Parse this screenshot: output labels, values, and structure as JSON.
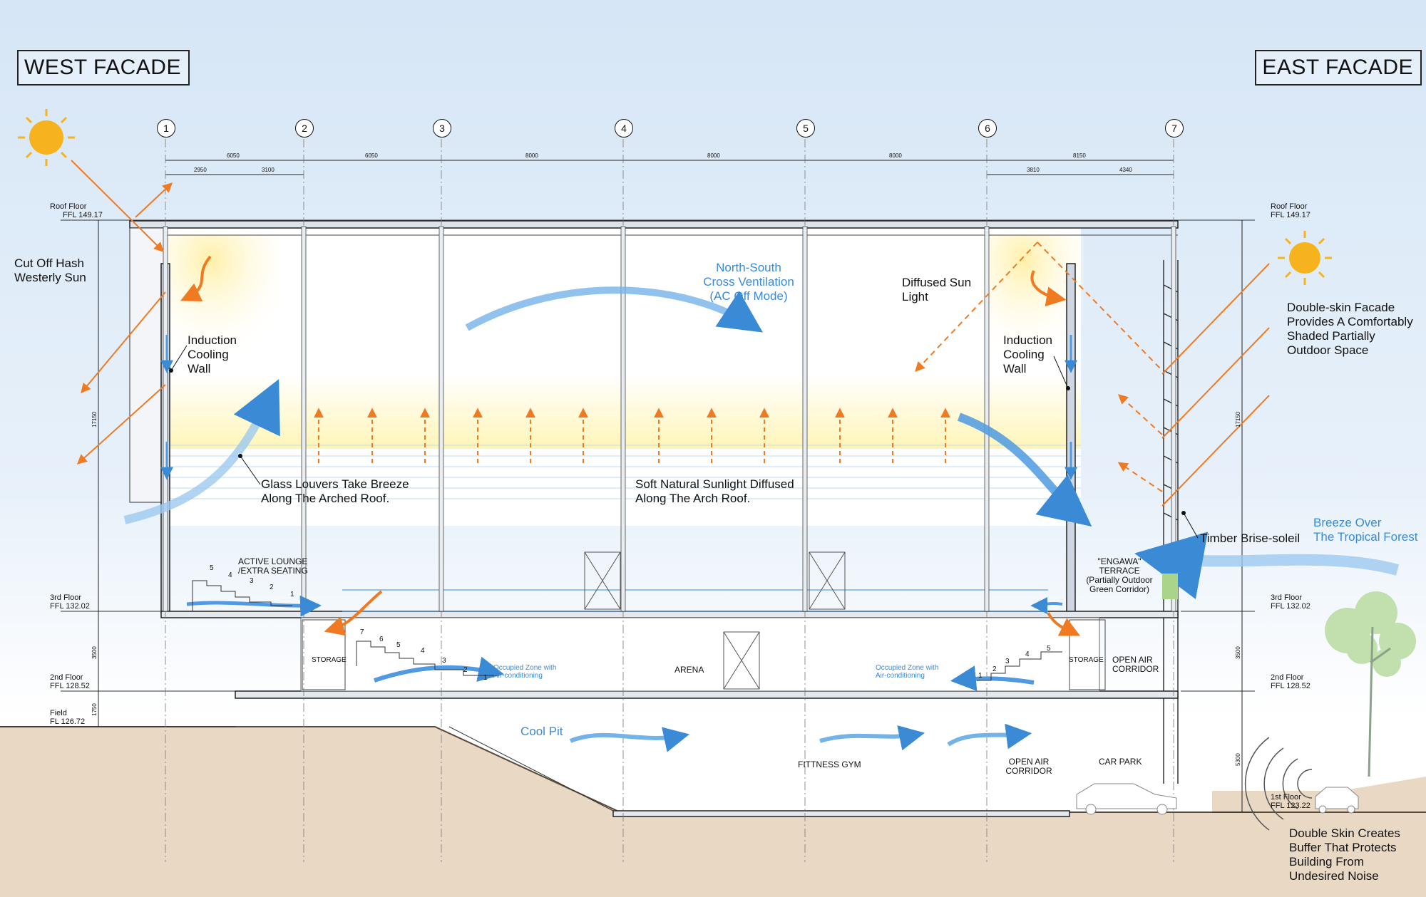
{
  "facades": {
    "west": "WEST FACADE",
    "east": "EAST FACADE"
  },
  "grid_ids": [
    "1",
    "2",
    "3",
    "4",
    "5",
    "6",
    "7"
  ],
  "dimensions": {
    "top_spans": [
      "6050",
      "6050",
      "8000",
      "8000",
      "8000",
      "8150"
    ],
    "sub_spans": [
      "2950",
      "3100",
      "3810",
      "4340"
    ],
    "vertical": {
      "upper": "17150",
      "middle": "3500",
      "lower": "1750",
      "basement": "5300"
    }
  },
  "levels": {
    "left": [
      {
        "name": "Roof Floor",
        "value": "FFL 149.17"
      },
      {
        "name": "3rd Floor",
        "value": "FFL 132.02"
      },
      {
        "name": "2nd Floor",
        "value": "FFL 128.52"
      },
      {
        "name": "Field",
        "value": "FL 126.72"
      }
    ],
    "right": [
      {
        "name": "Roof Floor",
        "value": "FFL 149.17"
      },
      {
        "name": "3rd Floor",
        "value": "FFL 132.02"
      },
      {
        "name": "2nd Floor",
        "value": "FFL 128.52"
      },
      {
        "name": "1st Floor",
        "value": "FFL 123.22"
      }
    ]
  },
  "annotations": {
    "cut_off_1": "Cut Off Hash",
    "cut_off_2": "Westerly Sun",
    "induction_w_1": "Induction",
    "induction_w_2": "Cooling",
    "induction_w_3": "Wall",
    "induction_e_1": "Induction",
    "induction_e_2": "Cooling",
    "induction_e_3": "Wall",
    "ns_vent_1": "North-South",
    "ns_vent_2": "Cross Ventilation",
    "ns_vent_3": "(AC Off Mode)",
    "diffused_1": "Diffused Sun",
    "diffused_2": "Light",
    "double_skin_1": "Double-skin Facade",
    "double_skin_2": "Provides A Comfortably",
    "double_skin_3": "Shaded Partially",
    "double_skin_4": "Outdoor Space",
    "louvers_1": "Glass Louvers Take Breeze",
    "louvers_2": "Along The Arched Roof.",
    "sunlight_1": "Soft Natural Sunlight Diffused",
    "sunlight_2": "Along The Arch Roof.",
    "timber": "Timber Brise-soleil",
    "breeze_1": "Breeze Over",
    "breeze_2": "The Tropical Forest",
    "noise_1": "Double Skin Creates",
    "noise_2": "Buffer That Protects",
    "noise_3": "Building From",
    "noise_4": "Undesired Noise",
    "cool_pit": "Cool Pit"
  },
  "spaces": {
    "lounge_1": "ACTIVE LOUNGE",
    "lounge_2": "/EXTRA SEATING",
    "engawa_1": "\"ENGAWA\"",
    "engawa_2": "TERRACE",
    "engawa_3": "(Partially Outdoor",
    "engawa_4": "Green Corridor)",
    "storage_w": "STORAGE",
    "storage_e": "STORAGE",
    "arena": "ARENA",
    "open_air_2_1": "OPEN AIR",
    "open_air_2_2": "CORRIDOR",
    "occupied_w_1": "Occupied Zone with",
    "occupied_w_2": "Air-conditioning",
    "occupied_e_1": "Occupied Zone with",
    "occupied_e_2": "Air-conditioning",
    "gym": "FITTNESS GYM",
    "open_air_1_1": "OPEN AIR",
    "open_air_1_2": "CORRIDOR",
    "car_park": "CAR PARK"
  },
  "row_numbers": {
    "lounge": [
      "5",
      "4",
      "3",
      "2",
      "1"
    ],
    "arena_west": [
      "7",
      "6",
      "5",
      "4",
      "3",
      "2",
      "1"
    ],
    "arena_east": [
      "5",
      "4",
      "3",
      "2",
      "1"
    ]
  },
  "colors": {
    "sky_top": "#d6e6f6",
    "sun": "#f7b31d",
    "sun_ray": "#f07a22",
    "air_flow": "#3a8ad6",
    "warm_glow": "#fff0a8",
    "ground": "#e9d9c4"
  }
}
